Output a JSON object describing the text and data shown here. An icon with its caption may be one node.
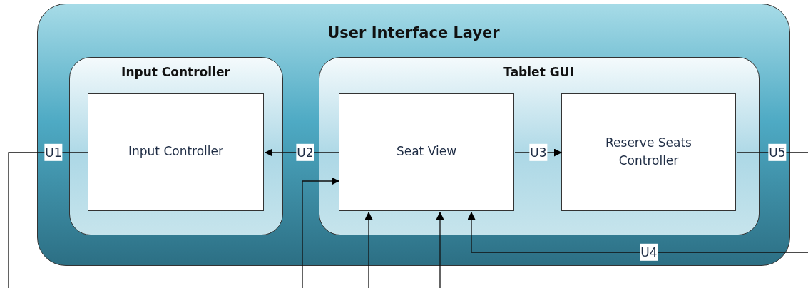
{
  "diagram": {
    "nodes": [
      {
        "text": [
          "User Interface Layer"
        ]
      },
      {
        "text": [
          "Input Controller"
        ],
        "in": 0
      },
      {
        "text": [
          "Input Controller"
        ],
        "in": 1
      },
      {
        "text": [
          "Tablet GUI"
        ],
        "in": 0
      },
      {
        "text": [
          "Seat View"
        ],
        "in": 3
      },
      {
        "text": [
          "Reserve Seats Controller"
        ],
        "in": 3
      }
    ],
    "edges": [
      {
        "from": null,
        "to": 2,
        "arrow": "none",
        "label": "U1"
      },
      {
        "from": 4,
        "to": 2,
        "arrow": "to",
        "label": "U2"
      },
      {
        "from": 4,
        "to": 5,
        "arrow": "to",
        "label": "U3"
      },
      {
        "from": 5,
        "to": null,
        "arrow": "none",
        "label": "U5"
      },
      {
        "from": null,
        "to": 4,
        "arrow": "to"
      },
      {
        "from": null,
        "to": 4,
        "arrow": "to"
      },
      {
        "from": null,
        "to": 4,
        "arrow": "to"
      },
      {
        "from": null,
        "to": 4,
        "arrow": "to",
        "label": "U4"
      }
    ]
  }
}
